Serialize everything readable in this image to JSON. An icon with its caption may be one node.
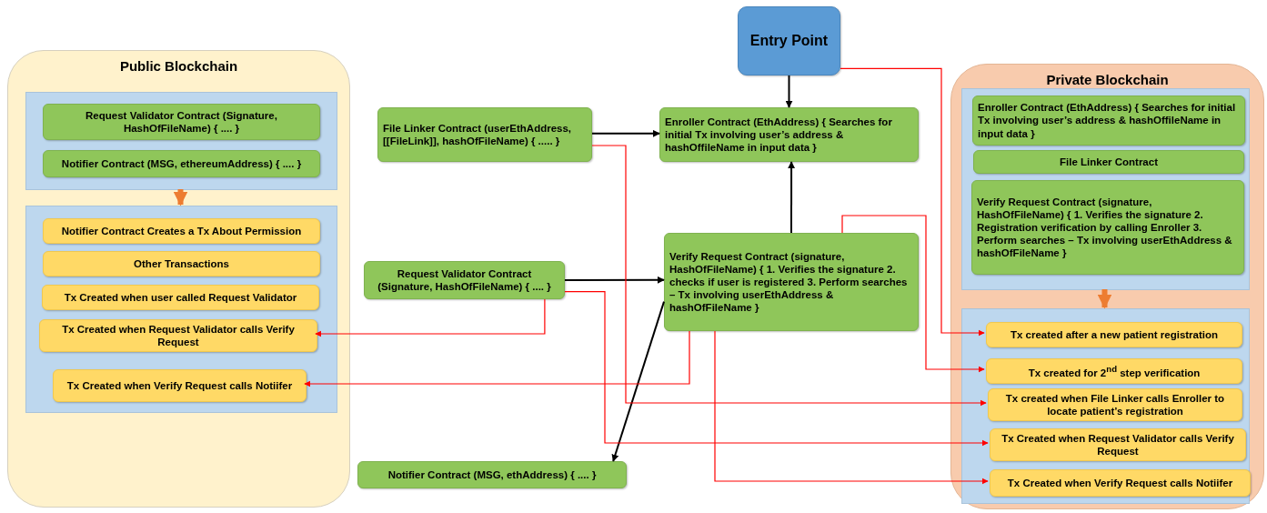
{
  "diagram": {
    "nodes": [
      {
        "text": [
          "Public Blockchain"
        ]
      },
      {
        "text": [],
        "shape": "box",
        "in": 0
      },
      {
        "text": [
          "Request Validator Contract (Signature, HashOfFileName) { .... }"
        ],
        "in": 1
      },
      {
        "text": [
          "Notifier Contract (MSG, ethereumAddress) { .... }"
        ],
        "in": 1
      },
      {
        "text": [],
        "shape": "box",
        "in": 0
      },
      {
        "text": [
          "Notifier Contract Creates a Tx About Permission"
        ],
        "in": 4
      },
      {
        "text": [
          "Other Transactions"
        ],
        "in": 4
      },
      {
        "text": [
          "Tx Created when user called Request Validator"
        ],
        "in": 4
      },
      {
        "text": [
          "Tx Created when Request Validator calls Verify Request"
        ],
        "in": 4
      },
      {
        "text": [
          "Tx Created when Verify Request calls Notiifer"
        ],
        "in": 4
      },
      {
        "text": [
          "Entry Point"
        ]
      },
      {
        "text": [
          "File Linker Contract (userEthAddress, [[FileLink]], hashOfFileName) { ..... }"
        ]
      },
      {
        "text": [
          "Enroller Contract (EthAddress) { Searches for initial Tx involving user’s address & hashOffileName in input data }"
        ]
      },
      {
        "text": [
          "Request Validator Contract (Signature, HashOfFileName) { .... }"
        ]
      },
      {
        "text": [
          "Verify Request Contract (signature, HashOfFileName) { 1. Verifies the signature 2. checks if user is registered 3. Perform searches – Tx involving userEthAddress & hashOfFileName }"
        ]
      },
      {
        "text": [
          "Notifier Contract (MSG, ethAddress) { .... }"
        ]
      },
      {
        "text": [
          "Private Blockchain"
        ]
      },
      {
        "text": [],
        "shape": "box",
        "in": 16
      },
      {
        "text": [
          "Enroller Contract (EthAddress) { Searches for initial Tx involving user’s address & hashOffileName in input data }"
        ],
        "in": 17
      },
      {
        "text": [
          "File Linker Contract"
        ],
        "in": 17
      },
      {
        "text": [
          "Verify Request Contract (signature, HashOfFileName) { 1. Verifies the signature 2. Registration verification by calling Enroller 3. Perform searches – Tx involving userEthAddress & hashOfFileName }"
        ],
        "in": 17
      },
      {
        "text": [],
        "shape": "box",
        "in": 16
      },
      {
        "text": [
          "Tx created after a new patient registration"
        ],
        "in": 21
      },
      {
        "text": [
          "Tx created for 2$^{nd}$ step verification"
        ],
        "in": 21
      },
      {
        "text": [
          "Tx created when File Linker calls Enroller to locate patient’s registration"
        ],
        "in": 21
      },
      {
        "text": [
          "Tx Created when Request Validator calls Verify Request"
        ],
        "in": 21
      },
      {
        "text": [
          "Tx Created when Verify Request calls Notiifer"
        ],
        "in": 21
      }
    ],
    "edges": [
      {
        "from": 1,
        "to": 4,
        "arrow": "to",
        "style": "thick",
        "color": "#ed7d31"
      },
      {
        "from": 10,
        "to": 12,
        "arrow": "to",
        "color": "#000000"
      },
      {
        "from": 11,
        "to": 12,
        "arrow": "to",
        "color": "#000000"
      },
      {
        "from": 13,
        "to": 14,
        "arrow": "to",
        "color": "#000000"
      },
      {
        "from": 14,
        "to": 12,
        "arrow": "to",
        "color": "#000000"
      },
      {
        "from": 14,
        "to": 15,
        "arrow": "to",
        "color": "#000000"
      },
      {
        "from": 17,
        "to": 21,
        "arrow": "to",
        "style": "thick",
        "color": "#ed7d31"
      },
      {
        "from": 10,
        "to": 22,
        "arrow": "to"
      },
      {
        "from": 14,
        "to": 23,
        "arrow": "to"
      },
      {
        "from": 11,
        "to": 24,
        "arrow": "to"
      },
      {
        "from": 13,
        "to": 8,
        "arrow": "to"
      },
      {
        "from": 13,
        "to": 25,
        "arrow": "to"
      },
      {
        "from": 14,
        "to": 9,
        "arrow": "to"
      },
      {
        "from": 14,
        "to": 26,
        "arrow": "to"
      }
    ]
  }
}
